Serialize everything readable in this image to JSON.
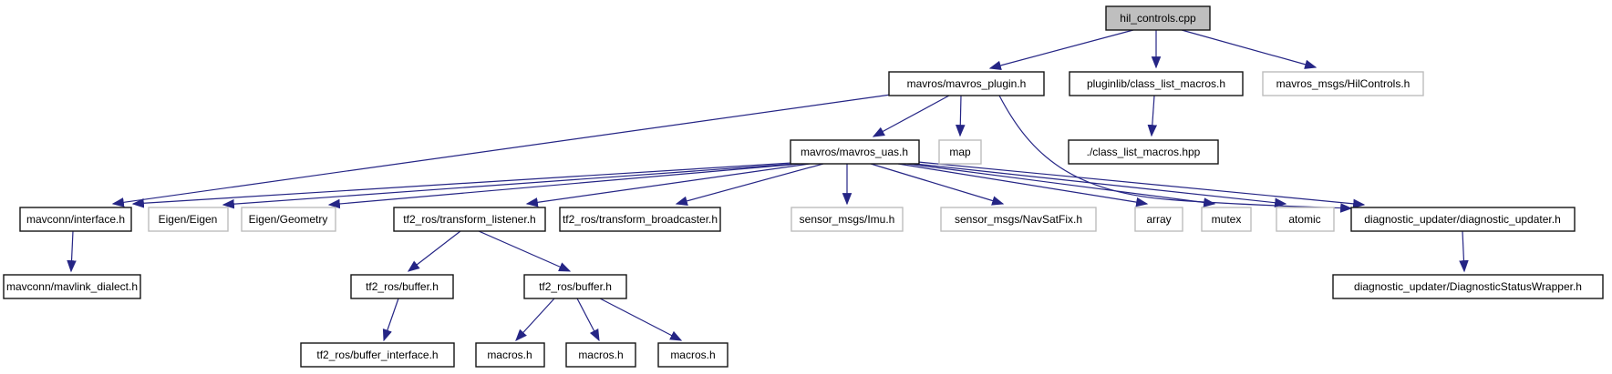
{
  "diagram": {
    "title": "hil_controls.cpp include dependency graph",
    "colors": {
      "edge": "#252585",
      "node_border": "#141414",
      "external_border": "#bdbdbd",
      "root_fill": "#bfbfbf",
      "node_fill": "#ffffff",
      "text": "#000000",
      "background": "#ffffff"
    },
    "nodes": {
      "hil_controls": {
        "label": "hil_controls.cpp",
        "type": "root"
      },
      "mavros_plugin": {
        "label": "mavros/mavros_plugin.h",
        "type": "documented"
      },
      "pluginlib_clm": {
        "label": "pluginlib/class_list_macros.h",
        "type": "documented"
      },
      "hilcontrols_msg": {
        "label": "mavros_msgs/HilControls.h",
        "type": "external"
      },
      "mavros_uas": {
        "label": "mavros/mavros_uas.h",
        "type": "documented"
      },
      "map": {
        "label": "map",
        "type": "external"
      },
      "clm_hpp": {
        "label": "./class_list_macros.hpp",
        "type": "documented"
      },
      "mavconn_interface": {
        "label": "mavconn/interface.h",
        "type": "documented"
      },
      "eigen_eigen": {
        "label": "Eigen/Eigen",
        "type": "external"
      },
      "eigen_geometry": {
        "label": "Eigen/Geometry",
        "type": "external"
      },
      "tf2_listener": {
        "label": "tf2_ros/transform_listener.h",
        "type": "documented"
      },
      "tf2_broadcaster": {
        "label": "tf2_ros/transform_broadcaster.h",
        "type": "documented"
      },
      "imu": {
        "label": "sensor_msgs/Imu.h",
        "type": "external"
      },
      "navsatfix": {
        "label": "sensor_msgs/NavSatFix.h",
        "type": "external"
      },
      "array": {
        "label": "array",
        "type": "external"
      },
      "mutex": {
        "label": "mutex",
        "type": "external"
      },
      "atomic": {
        "label": "atomic",
        "type": "external"
      },
      "diag_updater": {
        "label": "diagnostic_updater/diagnostic_updater.h",
        "type": "documented"
      },
      "mavlink_dialect": {
        "label": "mavconn/mavlink_dialect.h",
        "type": "documented"
      },
      "buffer1": {
        "label": "tf2_ros/buffer.h",
        "type": "documented"
      },
      "buffer2": {
        "label": "tf2_ros/buffer.h",
        "type": "documented"
      },
      "diag_wrapper": {
        "label": "diagnostic_updater/DiagnosticStatusWrapper.h",
        "type": "documented"
      },
      "buffer_interface": {
        "label": "tf2_ros/buffer_interface.h",
        "type": "documented"
      },
      "macros1": {
        "label": "macros.h",
        "type": "documented"
      },
      "macros2": {
        "label": "macros.h",
        "type": "documented"
      },
      "macros3": {
        "label": "macros.h",
        "type": "documented"
      }
    },
    "edges": [
      {
        "from": "hil_controls.cpp",
        "to": "mavros/mavros_plugin.h"
      },
      {
        "from": "hil_controls.cpp",
        "to": "pluginlib/class_list_macros.h"
      },
      {
        "from": "hil_controls.cpp",
        "to": "mavros_msgs/HilControls.h"
      },
      {
        "from": "mavros/mavros_plugin.h",
        "to": "mavros/mavros_uas.h"
      },
      {
        "from": "mavros/mavros_plugin.h",
        "to": "map"
      },
      {
        "from": "mavros/mavros_plugin.h",
        "to": "mavconn/interface.h"
      },
      {
        "from": "mavros/mavros_plugin.h",
        "to": "diagnostic_updater/diagnostic_updater.h"
      },
      {
        "from": "pluginlib/class_list_macros.h",
        "to": "./class_list_macros.hpp"
      },
      {
        "from": "mavros/mavros_uas.h",
        "to": "mavconn/interface.h"
      },
      {
        "from": "mavros/mavros_uas.h",
        "to": "Eigen/Eigen"
      },
      {
        "from": "mavros/mavros_uas.h",
        "to": "Eigen/Geometry"
      },
      {
        "from": "mavros/mavros_uas.h",
        "to": "tf2_ros/transform_listener.h"
      },
      {
        "from": "mavros/mavros_uas.h",
        "to": "tf2_ros/transform_broadcaster.h"
      },
      {
        "from": "mavros/mavros_uas.h",
        "to": "sensor_msgs/Imu.h"
      },
      {
        "from": "mavros/mavros_uas.h",
        "to": "sensor_msgs/NavSatFix.h"
      },
      {
        "from": "mavros/mavros_uas.h",
        "to": "array"
      },
      {
        "from": "mavros/mavros_uas.h",
        "to": "mutex"
      },
      {
        "from": "mavros/mavros_uas.h",
        "to": "atomic"
      },
      {
        "from": "mavros/mavros_uas.h",
        "to": "diagnostic_updater/diagnostic_updater.h"
      },
      {
        "from": "mavconn/interface.h",
        "to": "mavconn/mavlink_dialect.h"
      },
      {
        "from": "tf2_ros/transform_listener.h",
        "to": "tf2_ros/buffer.h (1)"
      },
      {
        "from": "tf2_ros/transform_listener.h",
        "to": "tf2_ros/buffer.h (2)"
      },
      {
        "from": "tf2_ros/buffer.h (1)",
        "to": "tf2_ros/buffer_interface.h"
      },
      {
        "from": "tf2_ros/buffer.h (2)",
        "to": "macros.h (1)"
      },
      {
        "from": "tf2_ros/buffer.h (2)",
        "to": "macros.h (2)"
      },
      {
        "from": "tf2_ros/buffer.h (2)",
        "to": "macros.h (3)"
      },
      {
        "from": "diagnostic_updater/diagnostic_updater.h",
        "to": "diagnostic_updater/DiagnosticStatusWrapper.h"
      }
    ]
  }
}
